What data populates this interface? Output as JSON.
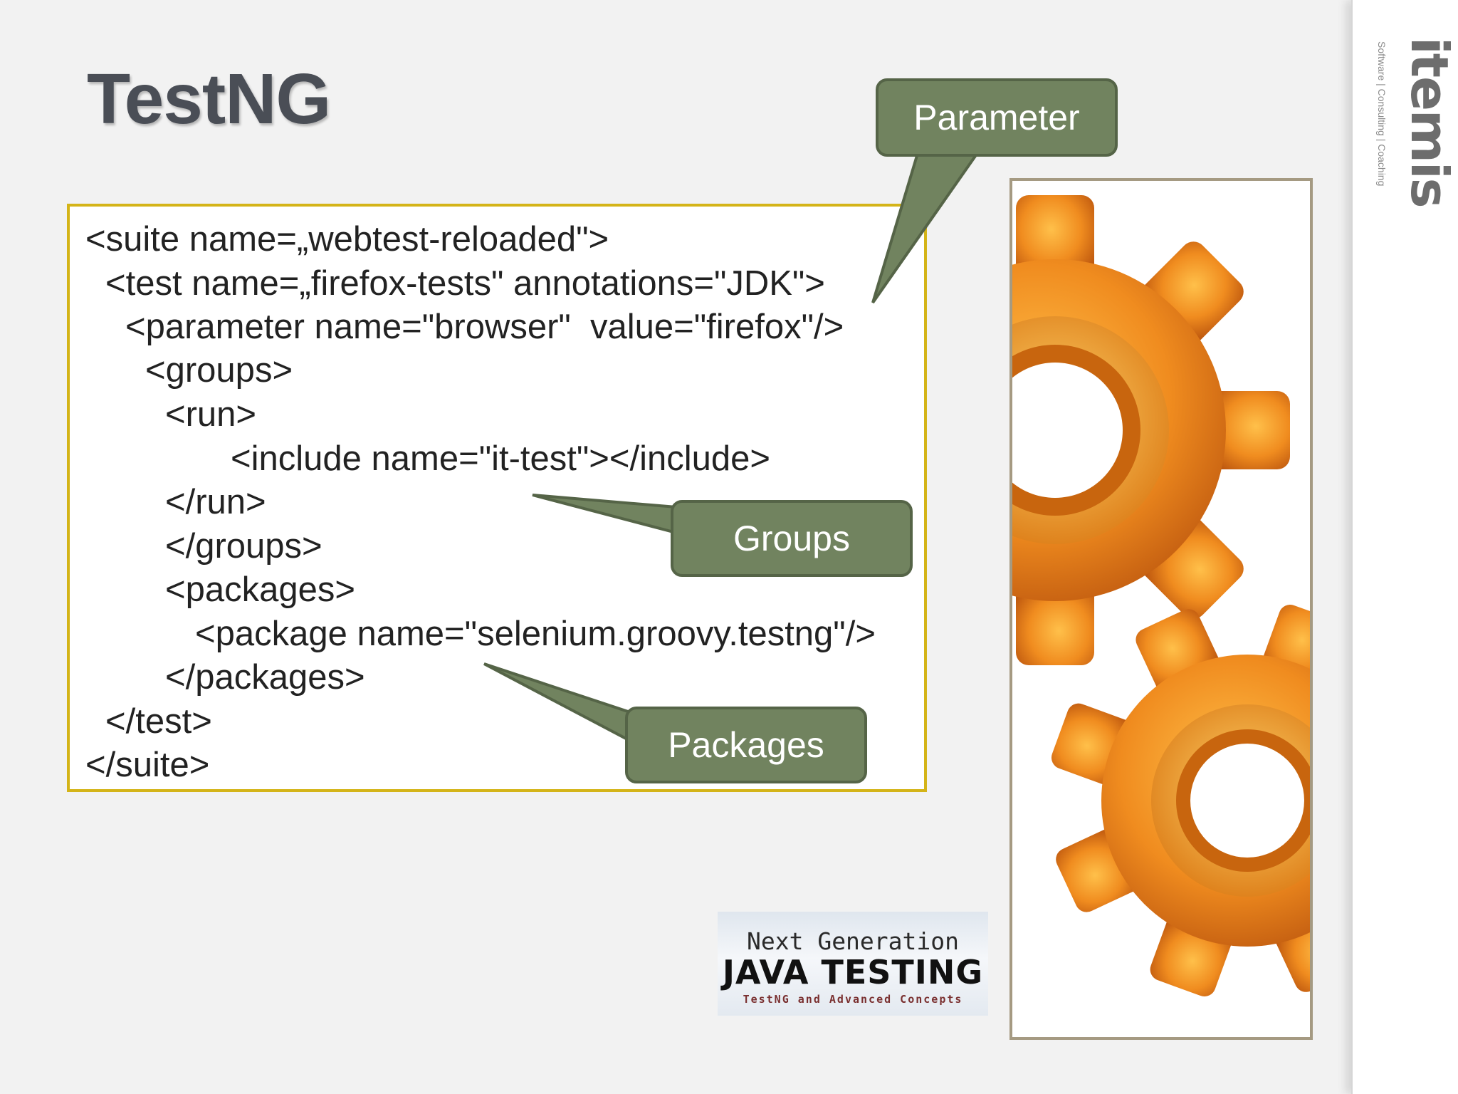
{
  "slide": {
    "title": "TestNG",
    "logo": {
      "name": "itemis",
      "tagline": "Software | Consulting | Coaching"
    }
  },
  "code_lines": [
    "<suite name=„webtest-reloaded\">",
    "<test name=„firefox-tests\" annotations=\"JDK\">",
    "<parameter name=\"browser\"  value=\"firefox\"/>",
    "<groups>",
    "<run>",
    "<include name=\"it-test\"></include>",
    "</run>",
    "</groups>",
    "<packages>",
    "<package name=\"selenium.groovy.testng\"/>",
    "</packages>",
    "</test>",
    "</suite>"
  ],
  "callouts": {
    "parameter": "Parameter",
    "groups": "Groups",
    "packages": "Packages"
  },
  "book": {
    "line1": "Next Generation",
    "line2": "JAVA TESTING",
    "line3": "TestNG and Advanced Concepts"
  },
  "colors": {
    "callout_fill": "#71835f",
    "code_border": "#d4b418",
    "gear_orange": "#e8821e"
  }
}
